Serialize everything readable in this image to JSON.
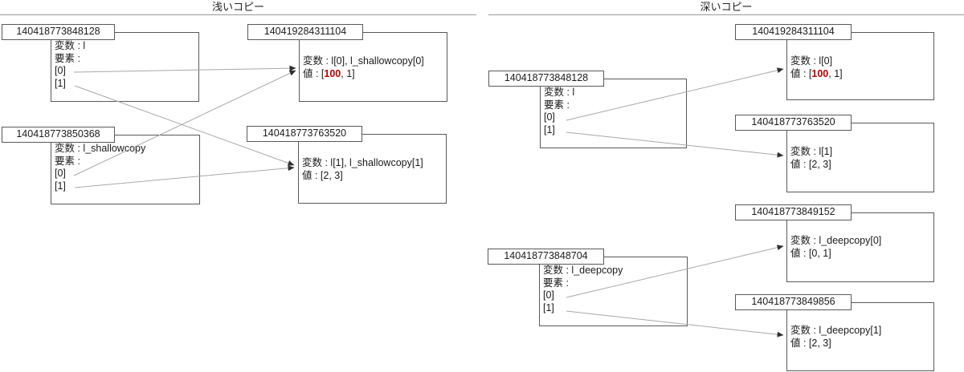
{
  "panels": {
    "shallow": {
      "title": "浅いコピー"
    },
    "deep": {
      "title": "深いコピー"
    }
  },
  "colors": {
    "highlight_red": "#c00000",
    "box_border": "#595959",
    "connector_line": "#a8a8a8",
    "arrowhead": "#303030"
  },
  "nodes": {
    "shallow_l": {
      "address": "140418773848128",
      "lines": [
        "変数 : l",
        "要素 :",
        "[0]",
        "[1]"
      ]
    },
    "shallow_copy": {
      "address": "140418773850368",
      "lines": [
        "変数 : l_shallowcopy",
        "要素 :",
        "[0]",
        "[1]"
      ]
    },
    "shallow_v0": {
      "address": "140419284311104",
      "label": "変数 : l[0], l_shallowcopy[0]",
      "value_prefix": "値 : [",
      "value_highlight": "100",
      "value_suffix": ", 1]"
    },
    "shallow_v1": {
      "address": "140418773763520",
      "label": "変数 : l[1], l_shallowcopy[1]",
      "value_prefix": "値 : [2, 3]",
      "value_highlight": "",
      "value_suffix": ""
    },
    "deep_l": {
      "address": "140418773848128",
      "lines": [
        "変数 : l",
        "要素 :",
        "[0]",
        "[1]"
      ]
    },
    "deep_v_l0": {
      "address": "140419284311104",
      "label": "変数 : l[0]",
      "value_prefix": "値 : [",
      "value_highlight": "100",
      "value_suffix": ", 1]"
    },
    "deep_v_l1": {
      "address": "140418773763520",
      "label": "変数 : l[1]",
      "value_prefix": "値 : [2, 3]",
      "value_highlight": "",
      "value_suffix": ""
    },
    "deep_copy": {
      "address": "140418773848704",
      "lines": [
        "変数 : l_deepcopy",
        "要素 :",
        "[0]",
        "[1]"
      ]
    },
    "deep_v_d0": {
      "address": "140418773849152",
      "label": "変数 : l_deepcopy[0]",
      "value_prefix": "値 : [0, 1]",
      "value_highlight": "",
      "value_suffix": ""
    },
    "deep_v_d1": {
      "address": "140418773849856",
      "label": "変数 : l_deepcopy[1]",
      "value_prefix": "値 : [2, 3]",
      "value_highlight": "",
      "value_suffix": ""
    }
  }
}
